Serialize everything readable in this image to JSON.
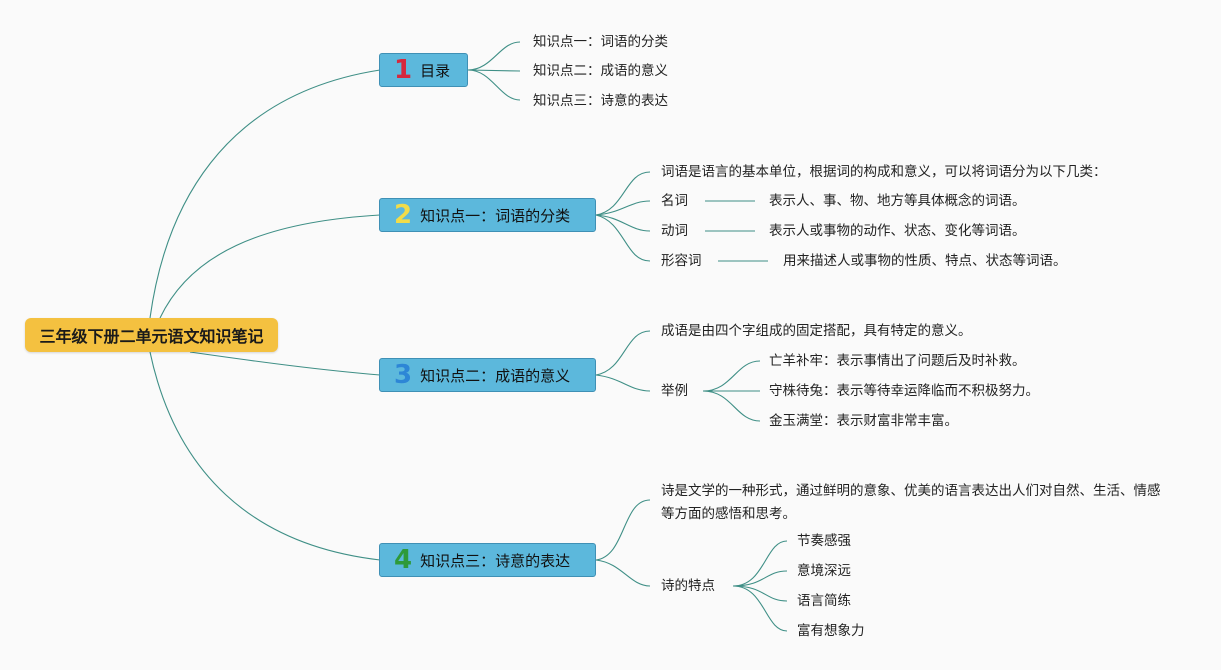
{
  "root": {
    "title": "三年级下册二单元语文知识笔记"
  },
  "branch1": {
    "number": "1",
    "number_color": "#d6283d",
    "title": "目录",
    "items": [
      "知识点一：词语的分类",
      "知识点二：成语的意义",
      "知识点三：诗意的表达"
    ]
  },
  "branch2": {
    "number": "2",
    "number_color": "#f2dc49",
    "title": "知识点一：词语的分类",
    "intro": "词语是语言的基本单位，根据词的构成和意义，可以将词语分为以下几类：",
    "types": [
      {
        "term": "名词",
        "desc": "表示人、事、物、地方等具体概念的词语。"
      },
      {
        "term": "动词",
        "desc": "表示人或事物的动作、状态、变化等词语。"
      },
      {
        "term": "形容词",
        "desc": "用来描述人或事物的性质、特点、状态等词语。"
      }
    ]
  },
  "branch3": {
    "number": "3",
    "number_color": "#2d86d6",
    "title": "知识点二：成语的意义",
    "intro": "成语是由四个字组成的固定搭配，具有特定的意义。",
    "example_label": "举例",
    "examples": [
      "亡羊补牢：表示事情出了问题后及时补救。",
      "守株待兔：表示等待幸运降临而不积极努力。",
      "金玉满堂：表示财富非常丰富。"
    ]
  },
  "branch4": {
    "number": "4",
    "number_color": "#2e9a3a",
    "title": "知识点三：诗意的表达",
    "intro": "诗是文学的一种形式，通过鲜明的意象、优美的语言表达出人们对自然、生活、情感等方面的感悟和思考。",
    "feature_label": "诗的特点",
    "features": [
      "节奏感强",
      "意境深远",
      "语言简练",
      "富有想象力"
    ]
  },
  "colors": {
    "link": "#3f8f86",
    "root_bg": "#f4c140",
    "branch_bg": "#5cb8dc"
  }
}
